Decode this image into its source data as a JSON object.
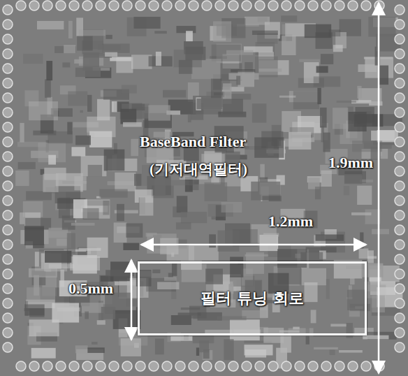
{
  "diagram": {
    "nodes": [
      {
        "text": [
          "필터 튜닝 회로"
        ]
      }
    ],
    "labels": [
      "BaseBand Filter",
      "(기저대역필터)",
      "1.9mm",
      "1.2mm",
      "0.5mm"
    ]
  }
}
